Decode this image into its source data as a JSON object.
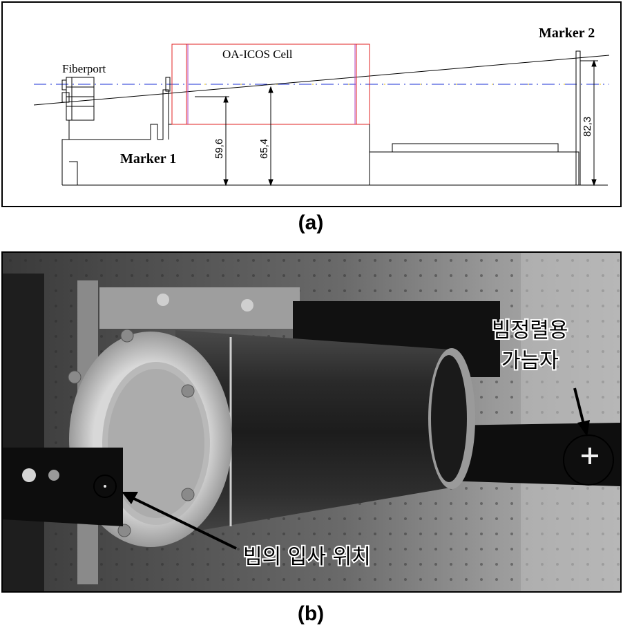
{
  "panel_a": {
    "caption": "(a)",
    "labels": {
      "fiberport": "Fiberport",
      "cell": "OA-ICOS Cell",
      "marker1": "Marker 1",
      "marker2": "Marker 2"
    },
    "dimensions": [
      "59,6",
      "65,4",
      "82,3"
    ],
    "colors": {
      "cell_outline": "#e02020",
      "beam_axis": "#1a2fd6",
      "axis_dash_accent": "#e8c000",
      "window": "#b040c0"
    }
  },
  "panel_b": {
    "caption": "(b)",
    "annotations": {
      "alignment_target": "빔정렬용\n가늠자",
      "alignment_target_line1": "빔정렬용",
      "alignment_target_line2": "가늠자",
      "beam_entry": "빔의 입사 위치"
    }
  }
}
